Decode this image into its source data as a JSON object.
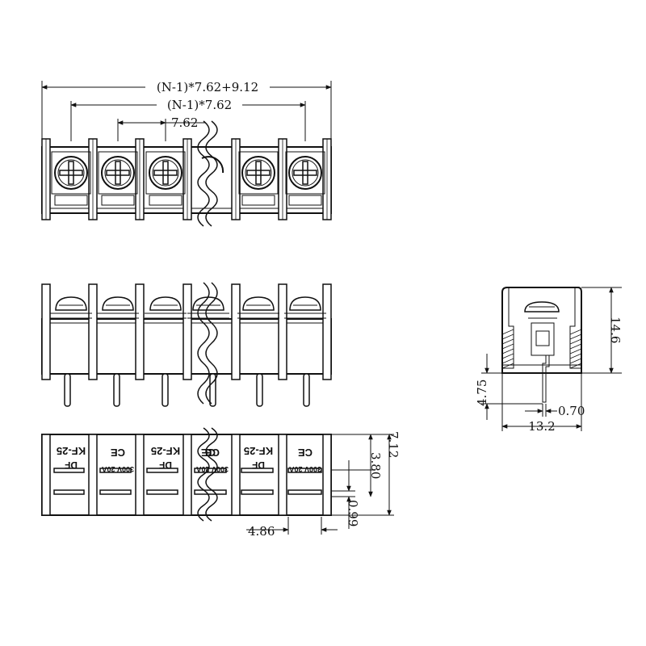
{
  "top_view": {
    "dim_overall": "(N-1)*7.62+9.12",
    "dim_span": "(N-1)*7.62",
    "dim_pitch": "7.62"
  },
  "side_view": {
    "dim_height": "14.6",
    "dim_pin": "4.75",
    "dim_pin_width": "0.70",
    "dim_width": "13.2"
  },
  "bottom_view": {
    "dim_total": "7.12",
    "dim_upper": "3.80",
    "dim_lower": "0.99",
    "dim_slot": "4.86",
    "markings": {
      "model": "KF-25",
      "rating": "300V 20A",
      "brand": "DF",
      "ce": "CE"
    }
  }
}
